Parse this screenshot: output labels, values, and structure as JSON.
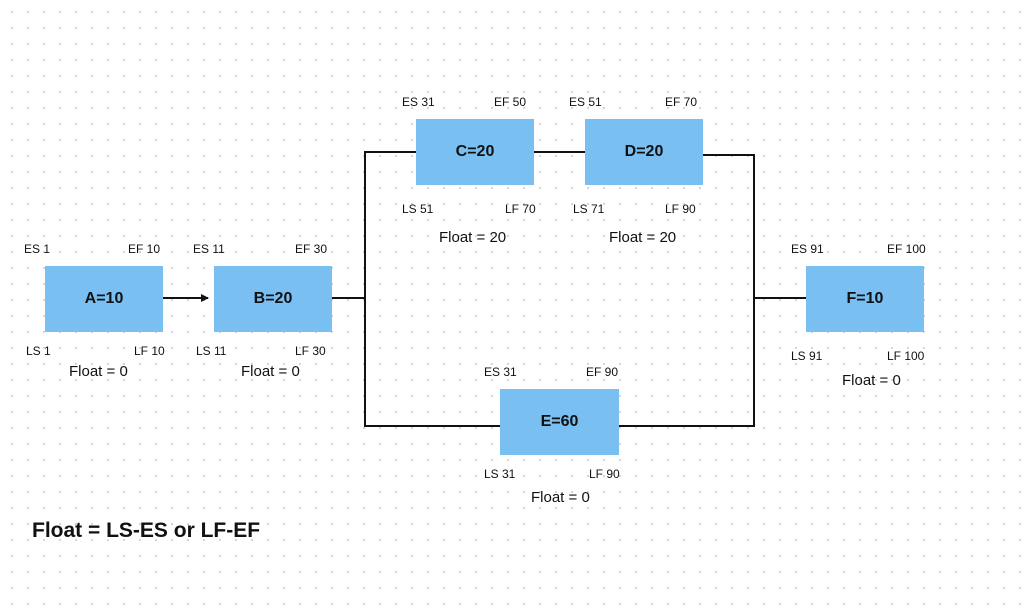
{
  "colors": {
    "node_fill": "#79bff2",
    "line": "#111111",
    "dot_grid": "#d4d4d4"
  },
  "nodes": {
    "a": {
      "label": "A=10",
      "es": "ES  1",
      "ef": "EF 10",
      "ls": "LS  1",
      "lf": "LF 10",
      "float": "Float = 0"
    },
    "b": {
      "label": "B=20",
      "es": "ES  11",
      "ef": "EF  30",
      "ls": "LS  11",
      "lf": "LF  30",
      "float": "Float = 0"
    },
    "c": {
      "label": "C=20",
      "es": "ES  31",
      "ef": "EF  50",
      "ls": "LS  51",
      "lf": "LF  70",
      "float": "Float = 20"
    },
    "d": {
      "label": "D=20",
      "es": "ES  51",
      "ef": "EF  70",
      "ls": "LS 71",
      "lf": "LF  90",
      "float": "Float = 20"
    },
    "e": {
      "label": "E=60",
      "es": "ES  31",
      "ef": "EF  90",
      "ls": "LS  31",
      "lf": "LF  90",
      "float": "Float = 0"
    },
    "f": {
      "label": "F=10",
      "es": "ES  91",
      "ef": "EF  100",
      "ls": "LS  91",
      "lf": "LF  100",
      "float": "Float = 0"
    }
  },
  "edges": [
    {
      "from": "A",
      "to": "B",
      "arrow": true
    },
    {
      "from": "B",
      "to": "C",
      "arrow": false
    },
    {
      "from": "B",
      "to": "E",
      "arrow": false
    },
    {
      "from": "C",
      "to": "D",
      "arrow": false
    },
    {
      "from": "D",
      "to": "F",
      "arrow": false
    },
    {
      "from": "E",
      "to": "F",
      "arrow": false
    }
  ],
  "formula": "Float = LS-ES or LF-EF"
}
